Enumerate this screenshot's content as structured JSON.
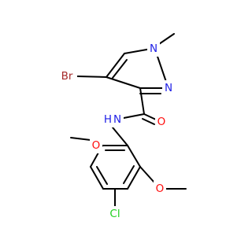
{
  "structure": {
    "atoms": {
      "br": {
        "label": "Br",
        "color": "#a52a2a"
      },
      "n_methyl": {
        "label": "N",
        "color": "#1f1fe6"
      },
      "n_ring": {
        "label": "N",
        "color": "#1f1fe6"
      },
      "o_carbonyl": {
        "label": "O",
        "color": "#ff0d0d"
      },
      "nh_amide": {
        "label": "N",
        "color": "#1f1fe6"
      },
      "h_amide": {
        "label": "H",
        "color": "#1f1fe6"
      },
      "o_ortho": {
        "label": "O",
        "color": "#ff0d0d"
      },
      "o_meta": {
        "label": "O",
        "color": "#ff0d0d"
      },
      "cl": {
        "label": "Cl",
        "color": "#1fd01f"
      }
    },
    "bond_color": "#000000"
  }
}
